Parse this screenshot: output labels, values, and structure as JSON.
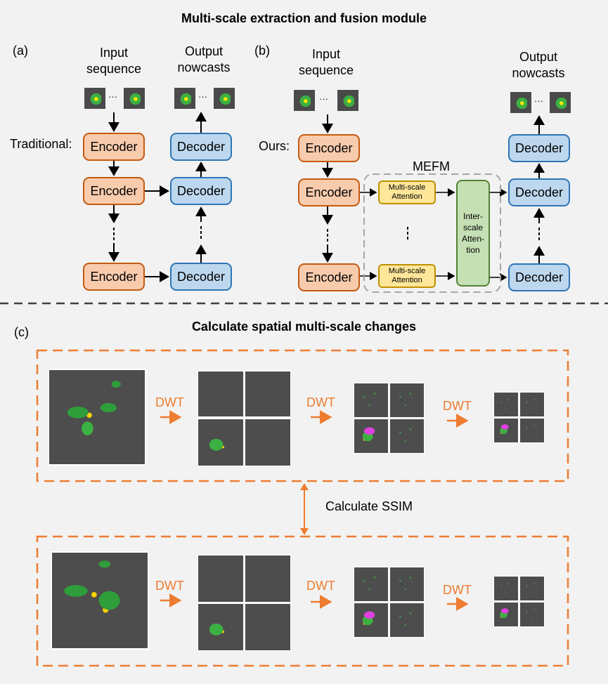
{
  "title_top": "Multi-scale extraction and fusion module",
  "title_bottom": "Calculate spatial multi-scale changes",
  "panel_a": {
    "label": "(a)",
    "input_header": "Input\nsequence",
    "output_header": "Output\nnowcasts",
    "row_label": "Traditional:",
    "encoder": "Encoder",
    "decoder": "Decoder",
    "ellipsis": "···"
  },
  "panel_b": {
    "label": "(b)",
    "input_header": "Input\nsequence",
    "output_header": "Output\nnowcasts",
    "row_label": "Ours:",
    "encoder": "Encoder",
    "decoder": "Decoder",
    "mefm": "MEFM",
    "multi_scale_attention": "Multi-scale\nAttention",
    "inter_scale_attention": "Inter-\nscale\nAtten-\ntion",
    "ellipsis": "···"
  },
  "panel_c": {
    "label": "(c)",
    "dwt": "DWT",
    "ssim": "Calculate SSIM"
  },
  "colors": {
    "encoder_fill": "#f8cbad",
    "encoder_border": "#c55a11",
    "decoder_fill": "#bdd7ee",
    "decoder_border": "#2e75b6",
    "msa_fill": "#ffe699",
    "isa_fill": "#c5e0b4",
    "accent_orange": "#ed7d31"
  }
}
